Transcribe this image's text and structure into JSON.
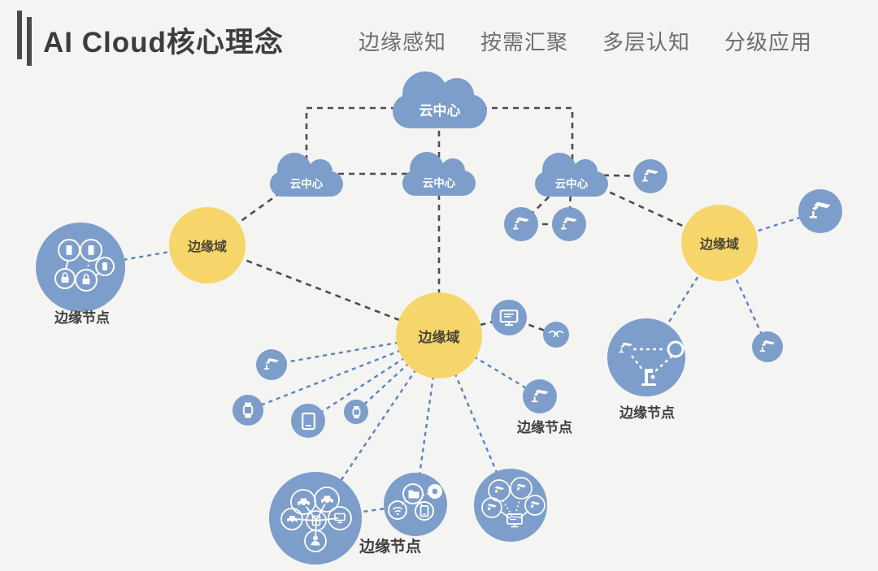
{
  "header": {
    "title": "AI Cloud核心理念",
    "menu": [
      {
        "label": "边缘感知"
      },
      {
        "label": "按需汇聚"
      },
      {
        "label": "多层认知"
      },
      {
        "label": "分级应用"
      }
    ]
  },
  "labels": {
    "cloud_center": "云中心",
    "edge_domain": "边缘域",
    "edge_node": "边缘节点"
  },
  "diagram": {
    "clouds": [
      "top",
      "left",
      "middle",
      "right"
    ],
    "edge_domains": [
      "left",
      "center",
      "right"
    ],
    "edge_node_clusters": [
      "far-left-devices",
      "right-surveillance",
      "bottom-vehicles",
      "bottom-devices",
      "bottom-cameras"
    ],
    "device_icons": [
      "cctv-camera",
      "monitor",
      "drone",
      "smartwatch",
      "tablet",
      "wearable",
      "phone",
      "lock",
      "car",
      "person",
      "folder",
      "wifi"
    ]
  },
  "colors": {
    "background": "#f4f4f2",
    "node_blue": "#7d9dcb",
    "domain_yellow": "#f6d66a",
    "line_dark": "#4d4d4d",
    "line_blue": "#5b82c6",
    "title_text": "#3d3d3d",
    "menu_text": "#6e6e6e",
    "icon_white": "#ffffff"
  }
}
